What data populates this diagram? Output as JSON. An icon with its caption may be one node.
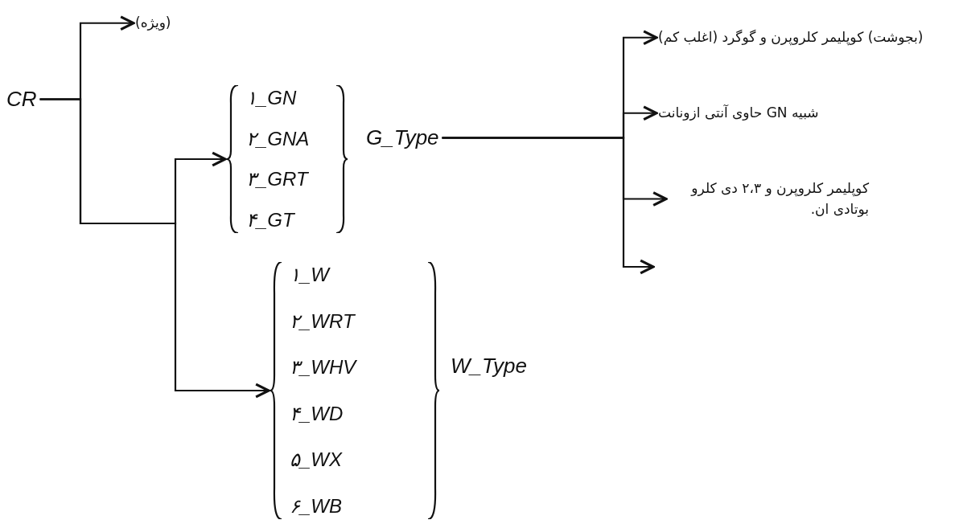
{
  "diagram": {
    "nodes": [
      {
        "text": [
          "CR"
        ]
      },
      {
        "text": [
          "(ویژه)"
        ]
      },
      {
        "text": [
          "۱_GN",
          "۲_GNA",
          "۳_GRT",
          "۴_GT"
        ]
      },
      {
        "text": [
          "G_Type"
        ]
      },
      {
        "text": [
          "(بجوشت) کوپلیمر کلروپرن و گوگرد (اغلب کم)"
        ]
      },
      {
        "text": [
          "شبیه GN حاوی آنتی ازونانت"
        ]
      },
      {
        "text": [
          "کوپلیمر کلروپرن و ۲،۳ دی کلرو بوتادی ان."
        ]
      },
      {
        "text": [
          "۱_W",
          "۲_WRT",
          "۳_WHV",
          "۴_WD",
          "۵_WX",
          "۶_WB"
        ]
      },
      {
        "text": [
          "W_Type"
        ]
      }
    ],
    "edges": [
      {
        "from": 0,
        "to": 1,
        "arrow": "to"
      },
      {
        "from": 0,
        "to": 2,
        "arrow": "to"
      },
      {
        "from": 0,
        "to": 7,
        "arrow": "to"
      },
      {
        "from": 3,
        "to": 4,
        "arrow": "to"
      },
      {
        "from": 3,
        "to": 5,
        "arrow": "to"
      },
      {
        "from": 3,
        "to": 6,
        "arrow": "to"
      },
      {
        "from": 3,
        "to": null,
        "arrow": "to"
      }
    ]
  }
}
